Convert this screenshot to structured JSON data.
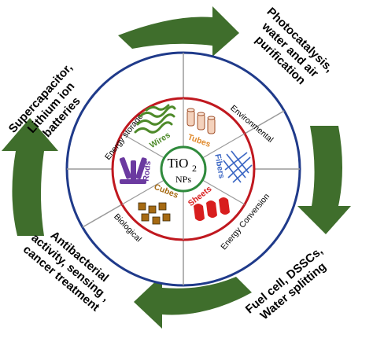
{
  "corners": {
    "top_left": [
      "Supercapacitor,",
      "Lithium ion",
      "batteries"
    ],
    "top_right": [
      "Photocatalysis,",
      "water and air",
      "purification"
    ],
    "bottom_right": [
      "Fuel cell, DSSCs,",
      "Water splitting"
    ],
    "bottom_left": [
      "Antibacterial",
      "activity, sensing ,",
      "cancer treatment"
    ]
  },
  "sectors": {
    "energy_storage": "Energy storage",
    "environmental": "Environmental",
    "energy_conversion": "Energy Conversion",
    "biological": "Biological"
  },
  "shapes": {
    "wires": "Wires",
    "tubes": "Tubes",
    "fibers": "Fibers",
    "sheets": "Sheets",
    "cubes": "Cubes",
    "rods": "Rods"
  },
  "center": {
    "title": "TiO",
    "subscript": "2",
    "subtitle": "NPs"
  },
  "colors": {
    "arrow": "#3f6e2c",
    "outer_ring": "#1f3a8a",
    "inner_ring": "#c0181f",
    "divider": "#9a9a9a",
    "center_ring": "#2f8a3c",
    "wires": "#4e8a2a",
    "tubes": "#e0892b",
    "fibers": "#3a66c4",
    "sheets": "#d81e1e",
    "cubes": "#a66a12",
    "rods": "#6b3aa0"
  }
}
